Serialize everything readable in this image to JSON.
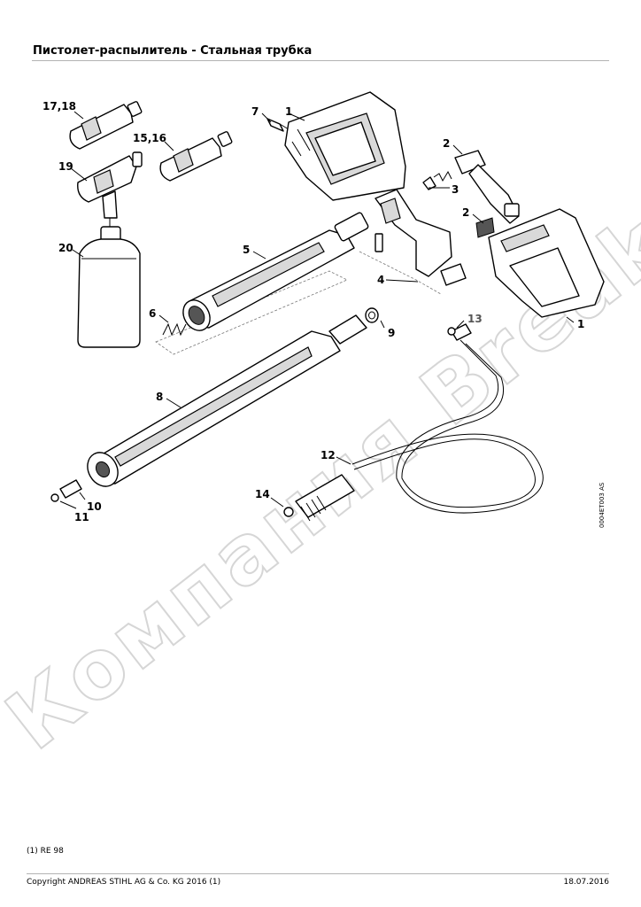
{
  "header": {
    "title": "Пистолет-распылитель - Стальная трубка"
  },
  "diagram": {
    "drawing_code": "0004ET003 AS",
    "watermark": "Компания Breakeven",
    "callouts": [
      "17,18",
      "7",
      "1",
      "15,16",
      "19",
      "2",
      "3",
      "2",
      "20",
      "5",
      "4",
      "1",
      "6",
      "9",
      "13",
      "8",
      "12",
      "14",
      "10",
      "11"
    ]
  },
  "footer": {
    "note": "(1) RE 98",
    "copyright": "Copyright ANDREAS STIHL AG & Co. KG 2016 (1)",
    "date": "18.07.2016"
  }
}
